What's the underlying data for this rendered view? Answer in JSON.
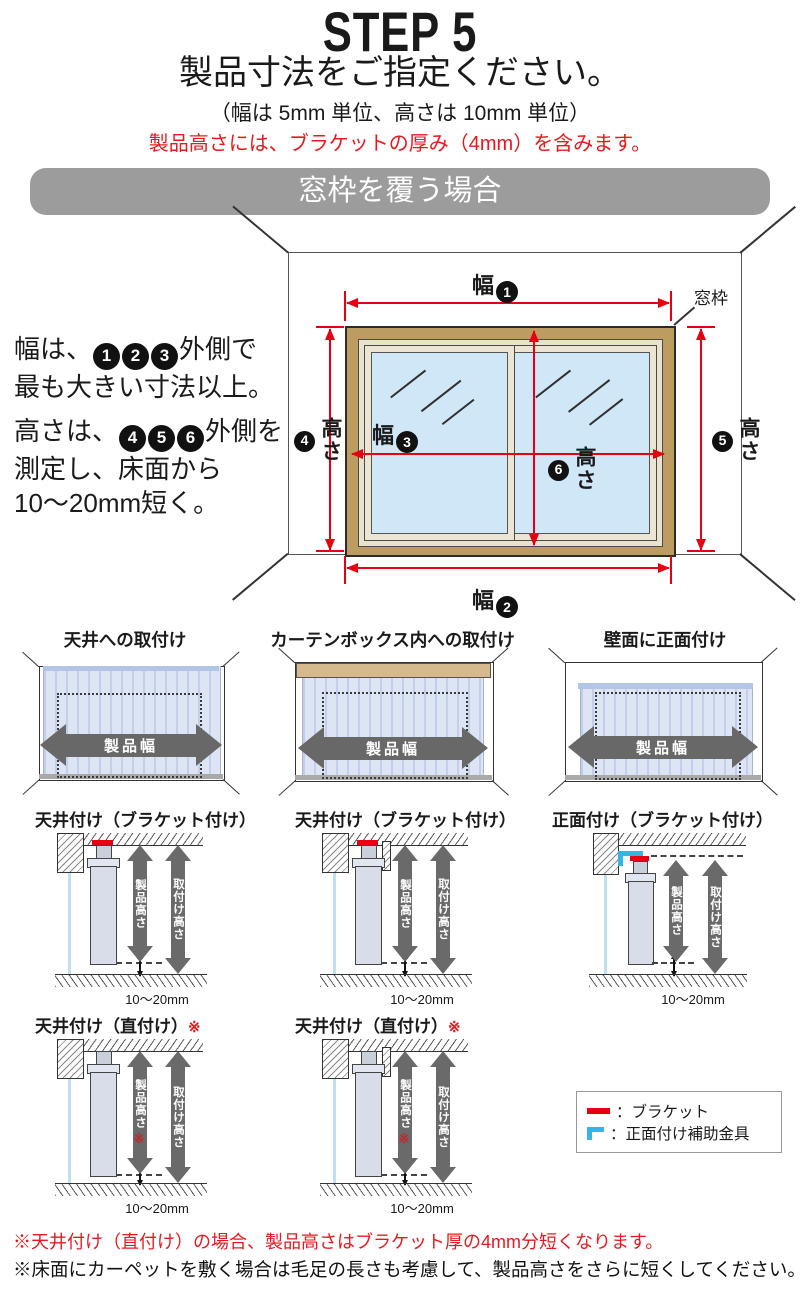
{
  "header": {
    "step": "STEP 5",
    "title": "製品寸法をご指定ください。",
    "subtitle": "（幅は 5mm 単位、高さは 10mm 単位）",
    "red_note": "製品高さには、ブラケットの厚み（4mm）を含みます。"
  },
  "banner": {
    "label": "窓枠を覆う場合"
  },
  "window_section": {
    "instructions": {
      "width": {
        "pre": "幅は、",
        "nums": [
          "1",
          "2",
          "3"
        ],
        "post": "外側で",
        "line2": "最も大きい寸法以上。"
      },
      "height": {
        "pre": "高さは、",
        "nums": [
          "4",
          "5",
          "6"
        ],
        "post": "外側を",
        "line2": "測定し、床面から",
        "line3": "10〜20mm短く。"
      }
    },
    "labels": {
      "width1": {
        "t": "幅",
        "n": "1"
      },
      "width2": {
        "t": "幅",
        "n": "2"
      },
      "width3": {
        "t": "幅",
        "n": "3"
      },
      "height4": {
        "t": "高さ",
        "n": "4"
      },
      "height5": {
        "t": "高さ",
        "n": "5"
      },
      "height6": {
        "t": "高さ",
        "n": "6"
      },
      "window_frame": "窓枠"
    }
  },
  "mount_types": {
    "items": [
      {
        "title": "天井への取付け",
        "arrow_label": "製品幅"
      },
      {
        "title": "カーテンボックス内への取付け",
        "arrow_label": "製品幅"
      },
      {
        "title": "壁面に正面付け",
        "arrow_label": "製品幅"
      }
    ]
  },
  "bracket_diagrams": {
    "product_height": "製品高さ",
    "mount_height": "取付け高さ",
    "gap": "10〜20mm",
    "star": "※",
    "items": [
      {
        "title": "天井付け（ブラケット付け）"
      },
      {
        "title": "天井付け（ブラケット付け）"
      },
      {
        "title": "正面付け（ブラケット付け）"
      },
      {
        "title": "天井付け（直付け）",
        "title_mark": "※"
      },
      {
        "title": "天井付け（直付け）",
        "title_mark": "※"
      }
    ]
  },
  "legend": {
    "bracket_label": "：ブラケット",
    "aux_label": "：正面付け補助金具"
  },
  "footnotes": {
    "red": "※天井付け（直付け）の場合、製品高さはブラケット厚の4mm分短くなります。",
    "black": "※床面にカーペットを敷く場合は毛足の長さも考慮して、製品高さをさらに短くしてください。"
  },
  "colors": {
    "accent_red": "#e60012",
    "note_red": "#e8191e",
    "banner_gray": "#9c9c9c",
    "frame_tan": "#bd9c62",
    "glass_blue": "#cfe7f7",
    "curtain_blue": "#dde4f3",
    "arrow_gray": "#6a6a6a",
    "aux_blue": "#35b5e5"
  }
}
